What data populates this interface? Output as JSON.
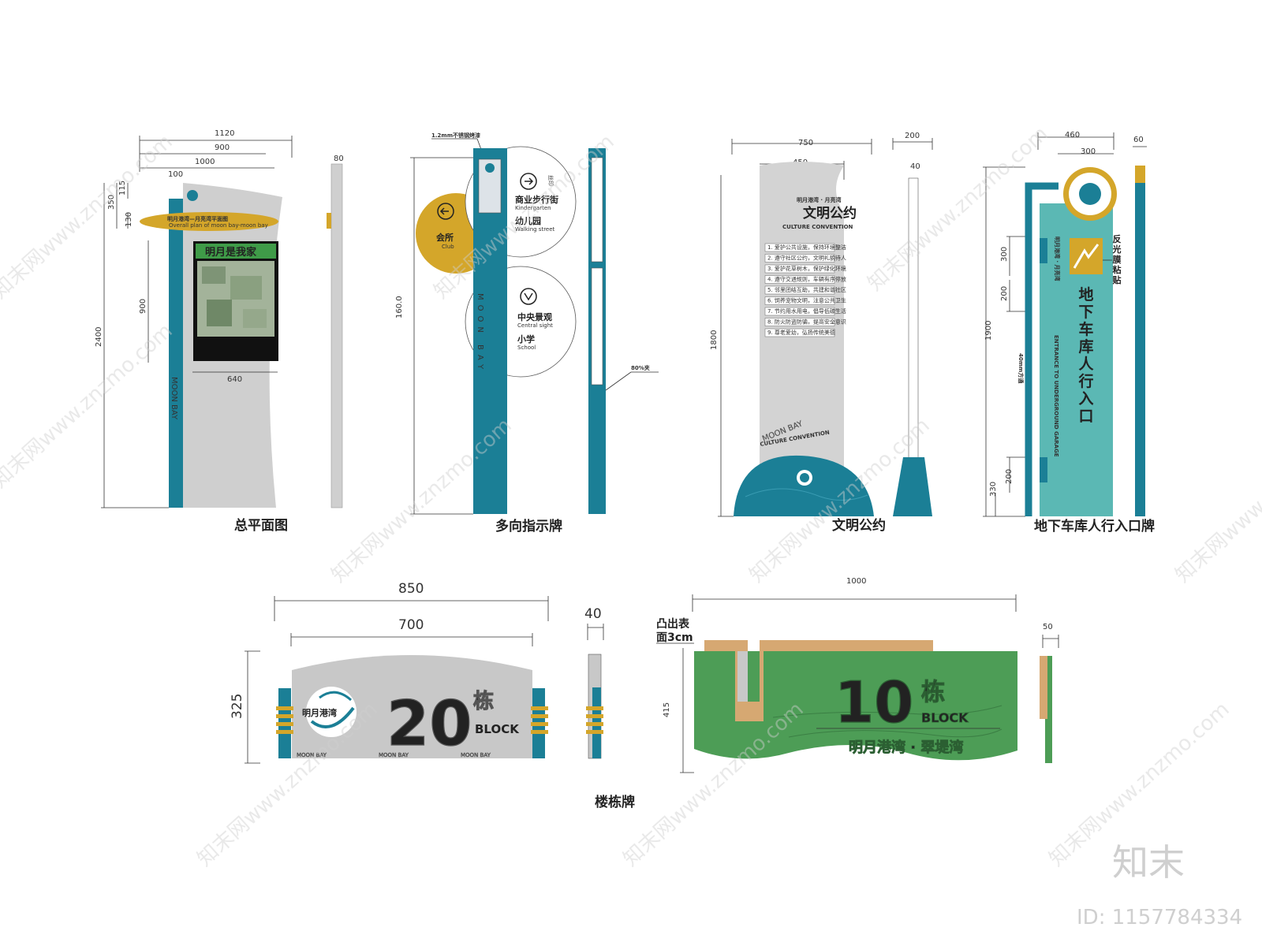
{
  "captions": {
    "master_plan": "总平面图",
    "direction": "多向指示牌",
    "civic": "文明公约",
    "garage": "地下车库人行入口牌",
    "building": "楼栋牌"
  },
  "sign1": {
    "dims": {
      "w1120": "1120",
      "w900": "900",
      "w1000": "1000",
      "w100": "100",
      "h350": "350",
      "h115": "115",
      "h130": "130",
      "h900": "900",
      "h2400": "2400",
      "w640": "640",
      "side80": "80"
    },
    "banner_cn": "明月港湾—月亮湾平面图",
    "banner_en": "Overall plan of moon bay-moon bay",
    "board_title": "明月是我家",
    "vertical": "MOON BAY"
  },
  "sign2": {
    "note": "1.2mm不锈钢烤漆",
    "h1600": "160.0",
    "callout": "80%夹",
    "side_note": "丝印",
    "club_cn": "会所",
    "club_en": "Club",
    "item1_cn": "商业步行街",
    "item1_en": "Kindergarten",
    "item2_cn": "幼儿园",
    "item2_en": "Walking street",
    "item3_cn": "中央景观",
    "item3_en": "Central sight",
    "item4_cn": "小学",
    "item4_en": "School",
    "vertical": "MOON BAY"
  },
  "sign3": {
    "w750": "750",
    "w450": "450",
    "w200": "200",
    "w40": "40",
    "h1800": "1800",
    "header_cn": "明月港湾 · 月亮湾",
    "title_cn": "文明公约",
    "title_en": "CULTURE CONVENTION",
    "vertical_en": "MOON BAY",
    "vertical_sub": "CULTURE CONVENTION",
    "rules": [
      "1. 爱护公共设施，保持环境整洁",
      "2. 遵守社区公约，文明礼貌待人",
      "3. 爱护花草树木，保护绿化环境",
      "4. 遵守交通规则，车辆有序停放",
      "5. 邻里团结互助，共建和谐社区",
      "6. 饲养宠物文明，注意公共卫生",
      "7. 节约用水用电，倡导低碳生活",
      "8. 防火防盗防骗，提高安全意识",
      "9. 尊老爱幼，弘扬传统美德"
    ]
  },
  "sign4": {
    "w460": "460",
    "w300": "300",
    "w60": "60",
    "h1900": "1900",
    "h300": "300",
    "h200a": "200",
    "h200b": "200",
    "h330": "330",
    "pipe_note": "40mm方通",
    "reflect": "反光膜粘贴",
    "title_cn": "地下车库人行入口",
    "title_en": "ENTRANCE TO UNDERGROUND GARAGE",
    "small_cn": "明月港湾 · 月亮湾"
  },
  "sign5": {
    "w850": "850",
    "w700": "700",
    "h325": "325",
    "side40": "40",
    "logo_cn": "明月港湾",
    "number": "20",
    "dong": "栋",
    "block": "BLOCK",
    "footer": [
      "MOON BAY",
      "MOON BAY",
      "MOON BAY"
    ]
  },
  "sign6": {
    "w1000": "1000",
    "h415": "415",
    "side50": "50",
    "note_line1": "凸出表",
    "note_line2": "面3cm",
    "number": "10",
    "dong": "栋",
    "block": "BLOCK",
    "name": "明月港湾 · 翠堤湾"
  },
  "watermark": {
    "text": "知末网www.znzmo.com",
    "brand": "知末",
    "id": "ID: 1157784334"
  },
  "colors": {
    "teal": "#1b7f96",
    "gold": "#d4a62a",
    "gray": "#c8c8c8",
    "green": "#4d9d56",
    "tan": "#d6a872",
    "aqua": "#5bb8b4"
  }
}
